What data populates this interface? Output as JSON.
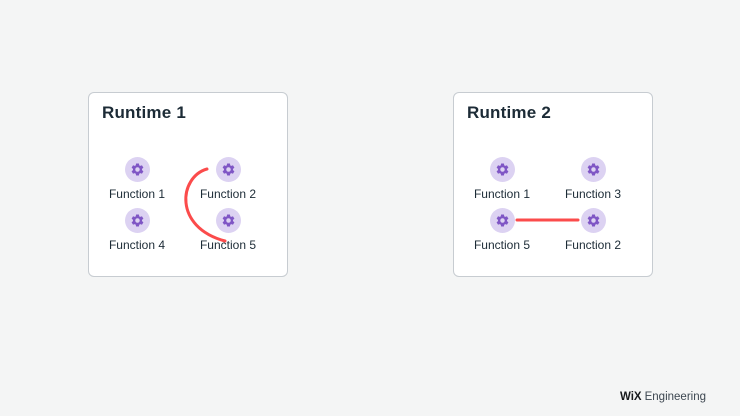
{
  "runtime1": {
    "title": "Runtime 1",
    "functions": [
      {
        "label": "Function 1"
      },
      {
        "label": "Function 2"
      },
      {
        "label": "Function 4"
      },
      {
        "label": "Function 5"
      }
    ],
    "connection": {
      "from": "Function 2",
      "to": "Function 5",
      "shape": "arc"
    }
  },
  "runtime2": {
    "title": "Runtime 2",
    "functions": [
      {
        "label": "Function 1"
      },
      {
        "label": "Function 3"
      },
      {
        "label": "Function 5"
      },
      {
        "label": "Function 2"
      }
    ],
    "connection": {
      "from": "Function 5",
      "to": "Function 2",
      "shape": "line"
    }
  },
  "footer": {
    "brand": "WiX",
    "label": "Engineering"
  },
  "colors": {
    "background": "#f4f5f5",
    "card_border": "#c7ccd1",
    "title_text": "#1c2b36",
    "gear_purple": "#7f56c5",
    "gear_circle_bg": "#dcd2f2",
    "connection_red": "#fb4b4b"
  }
}
